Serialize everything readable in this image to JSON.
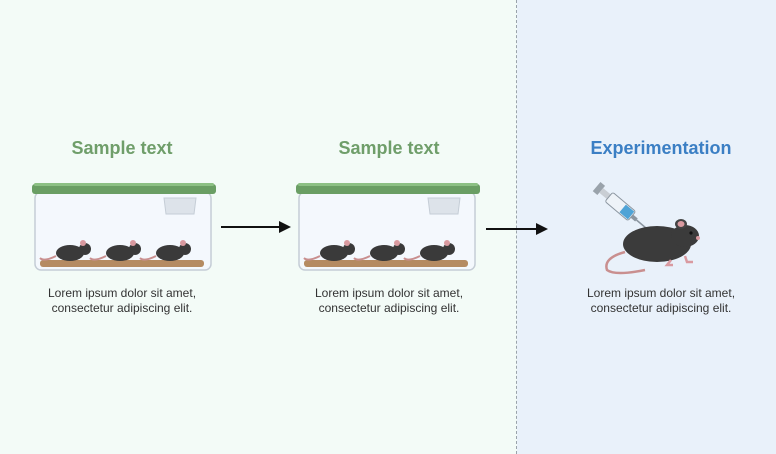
{
  "steps": [
    {
      "title": "Sample text",
      "caption_line1": "Lorem ipsum dolor sit amet,",
      "caption_line2": "consectetur adipiscing elit."
    },
    {
      "title": "Sample text",
      "caption_line1": "Lorem ipsum dolor sit amet,",
      "caption_line2": "consectetur adipiscing elit."
    },
    {
      "title": "Experimentation",
      "caption_line1": "Lorem ipsum dolor sit amet,",
      "caption_line2": "consectetur adipiscing elit."
    }
  ],
  "colors": {
    "left_bg": "#f3fbf7",
    "right_bg": "#e9f1fa",
    "title_green": "#6f9e6a",
    "title_blue": "#3b7fc4",
    "lid_green": "#6a9e64"
  },
  "icons": [
    "cage-icon",
    "mouse-icon",
    "arrow-right-icon",
    "syringe-icon"
  ]
}
